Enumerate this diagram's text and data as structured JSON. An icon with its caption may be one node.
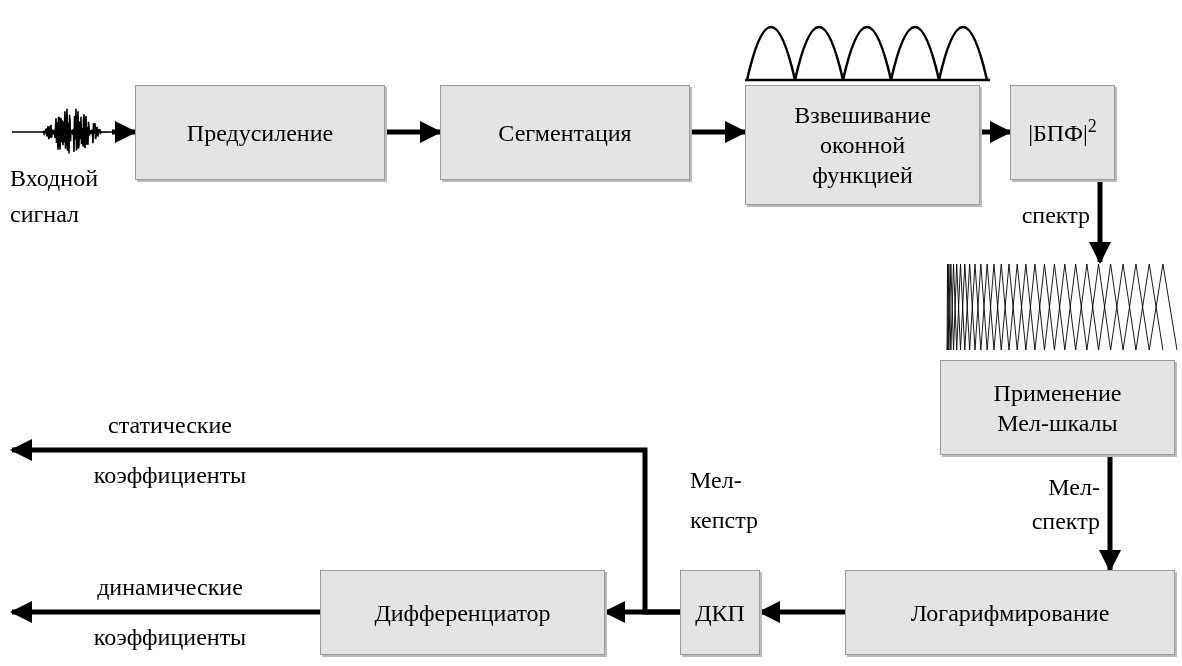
{
  "diagram": {
    "nodes": [
      {
        "text": [],
        "shape": "picture",
        "beside": [
          "Входной сигнал"
        ]
      },
      {
        "text": [
          "Предусиление"
        ]
      },
      {
        "text": [
          "Сегментация"
        ]
      },
      {
        "text": [
          "Взвешивание оконной функцией"
        ]
      },
      {
        "text": [
          "|БПФ|$^{2}$"
        ]
      },
      {
        "text": [],
        "shape": "picture"
      },
      {
        "text": [
          "Применение Мел-шкалы"
        ]
      },
      {
        "text": [
          "Логарифмирование"
        ]
      },
      {
        "text": [
          "ДКП"
        ],
        "beside": [
          "Мел-кепстр"
        ]
      },
      {
        "text": [
          "Дифференциатор"
        ]
      }
    ],
    "edges": [
      {
        "from": 0,
        "to": 1,
        "arrow": "to"
      },
      {
        "from": 1,
        "to": 2,
        "arrow": "to"
      },
      {
        "from": 2,
        "to": 3,
        "arrow": "to"
      },
      {
        "from": 3,
        "to": 4,
        "arrow": "to"
      },
      {
        "from": 4,
        "to": 5,
        "arrow": "to",
        "label": "спектр"
      },
      {
        "from": 6,
        "to": 7,
        "arrow": "to",
        "label": "Мел-спектр"
      },
      {
        "from": 7,
        "to": 8,
        "arrow": "to"
      },
      {
        "from": 8,
        "to": 9,
        "arrow": "to"
      },
      {
        "from": 8,
        "to": null,
        "arrow": "to",
        "label": "статические коэффициенты"
      },
      {
        "from": 9,
        "to": null,
        "arrow": "to",
        "label": "динамические коэффициенты"
      }
    ]
  }
}
